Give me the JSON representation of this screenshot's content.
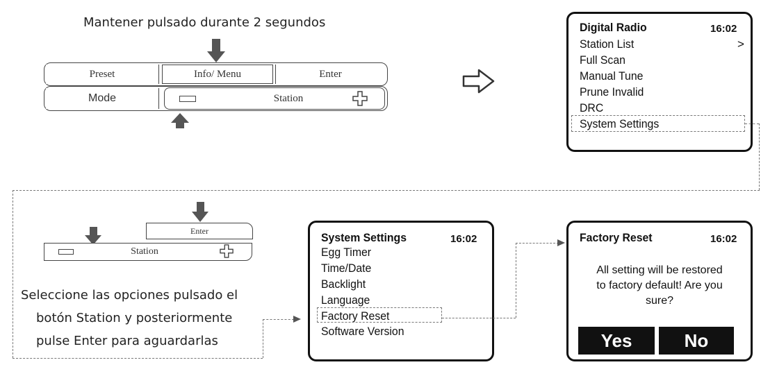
{
  "top_caption": "Mantener pulsado durante 2 segundos",
  "bottom_caption": [
    "Seleccione las opciones pulsado el",
    "botón Station y posteriormente",
    "pulse Enter para aguardarlas"
  ],
  "panel_top": {
    "row1": [
      "Preset",
      "Info/ Menu",
      "Enter"
    ],
    "mode": "Mode",
    "station": "Station"
  },
  "panel_bottom": {
    "enter": "Enter",
    "station": "Station"
  },
  "screen_main": {
    "title": "Digital Radio",
    "time": "16:02",
    "items": [
      "Station List",
      "Full Scan",
      "Manual Tune",
      "Prune Invalid",
      "DRC",
      "System Settings"
    ],
    "chevron": ">"
  },
  "screen_settings": {
    "title": "System Settings",
    "time": "16:02",
    "items": [
      "Egg Timer",
      "Time/Date",
      "Backlight",
      "Language",
      "Factory Reset",
      "Software Version"
    ]
  },
  "screen_reset": {
    "title": "Factory Reset",
    "time": "16:02",
    "message": [
      "All setting will be restored",
      "to factory default! Are you",
      "sure?"
    ],
    "yes": "Yes",
    "no": "No"
  }
}
